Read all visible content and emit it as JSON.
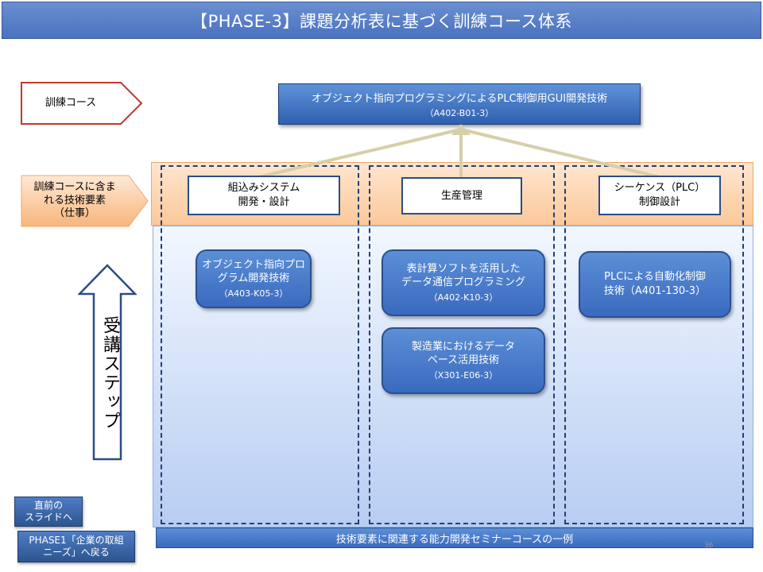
{
  "title": "【PHASE-3】課題分析表に基づく訓練コース体系",
  "labels": {
    "course": "訓練コース",
    "elements_line1": "訓練コースに含ま",
    "elements_line2": "れる技術要素",
    "elements_line3": "（仕事）"
  },
  "top_course": {
    "name": "オブジェクト指向プログラミングによるPLC制御用GUI開発技術",
    "code": "（A402-B01-3）"
  },
  "elements": [
    {
      "line1": "組込みシステム",
      "line2": "開発・設計"
    },
    {
      "line1": "生産管理",
      "line2": ""
    },
    {
      "line1": "シーケンス（PLC）",
      "line2": "制御設計"
    }
  ],
  "seminars": [
    {
      "line1": "オブジェクト指向プロ",
      "line2": "グラム開発技術",
      "code": "（A403-K05-3）"
    },
    {
      "line1": "表計算ソフトを活用した",
      "line2": "データ通信プログラミング",
      "code": "（A402-K10-3）"
    },
    {
      "line1": "製造業におけるデータ",
      "line2": "ベース活用技術",
      "code": "（X301-E06-3）"
    },
    {
      "line1": "PLCによる自動化制御",
      "line2": "技術（A401-130-3）",
      "code": ""
    }
  ],
  "step_label": "受講ステップ",
  "footer": "技術要素に関連する能力開発セミナーコースの一例",
  "page_number": "36",
  "nav": {
    "prev_line1": "直前の",
    "prev_line2": "スライドへ",
    "back_line1": "PHASE1「企業の取組",
    "back_line2": "ニーズ」へ戻る"
  },
  "colors": {
    "title_bg": "#4a72bf",
    "course_box": "#2f5fb0",
    "elements_band": "#fbc89a",
    "steps_area": "#b7cdf2",
    "dash_border": "#243f73",
    "connector": "#d6cfa8"
  }
}
